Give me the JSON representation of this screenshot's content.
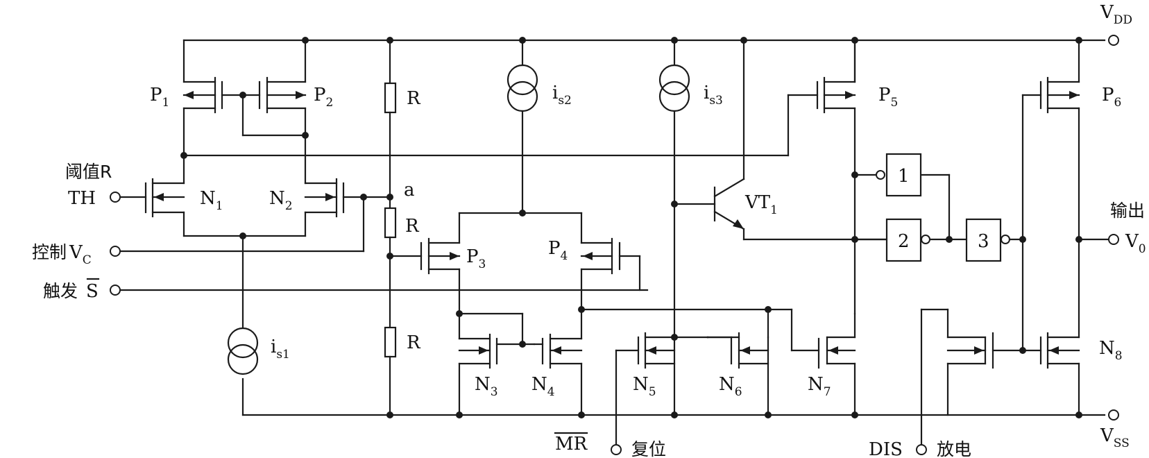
{
  "power": {
    "vdd_main": "V",
    "vdd_sub": "DD",
    "vss_main": "V",
    "vss_sub": "SS"
  },
  "inputs": {
    "threshold_cn": "阈值R",
    "threshold_pin": "TH",
    "control_cn": "控制",
    "control_main": "V",
    "control_sub": "C",
    "trigger_cn": "触发",
    "trigger_main": "S"
  },
  "outputs": {
    "output_cn": "输出",
    "output_main": "V",
    "output_sub": "0",
    "reset_pin": "MR",
    "reset_cn": "复位",
    "discharge_pin": "DIS",
    "discharge_cn": "放电"
  },
  "node_a": "a",
  "resistors": {
    "r_top": "R",
    "r_mid": "R",
    "r_bot": "R"
  },
  "current_sources": {
    "is1_main": "i",
    "is1_sub": "s1",
    "is2_main": "i",
    "is2_sub": "s2",
    "is3_main": "i",
    "is3_sub": "s3"
  },
  "transistors": {
    "p1_main": "P",
    "p1_sub": "1",
    "p2_main": "P",
    "p2_sub": "2",
    "p3_main": "P",
    "p3_sub": "3",
    "p4_main": "P",
    "p4_sub": "4",
    "p5_main": "P",
    "p5_sub": "5",
    "p6_main": "P",
    "p6_sub": "6",
    "n1_main": "N",
    "n1_sub": "1",
    "n2_main": "N",
    "n2_sub": "2",
    "n3_main": "N",
    "n3_sub": "3",
    "n4_main": "N",
    "n4_sub": "4",
    "n5_main": "N",
    "n5_sub": "5",
    "n6_main": "N",
    "n6_sub": "6",
    "n7_main": "N",
    "n7_sub": "7",
    "n8_main": "N",
    "n8_sub": "8",
    "vt1_main": "VT",
    "vt1_sub": "1"
  },
  "gates": {
    "g1": "1",
    "g2": "2",
    "g3": "3"
  }
}
